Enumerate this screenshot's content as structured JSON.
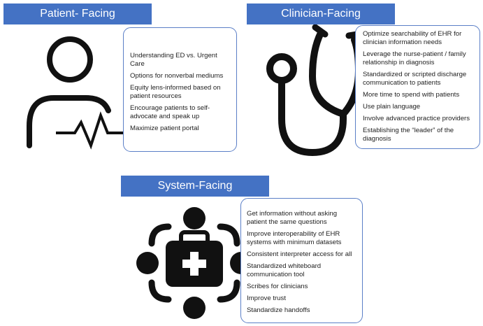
{
  "patient": {
    "title": "Patient- Facing",
    "items": [
      "Understanding ED vs. Urgent Care",
      "Options for nonverbal mediums",
      "Equity lens-informed based on patient resources",
      "Encourage patients to self-advocate and speak up",
      "Maximize patient portal"
    ]
  },
  "clinician": {
    "title": "Clinician-Facing",
    "items": [
      "Optimize searchability of EHR for clinician information needs",
      "Leverage the nurse-patient / family relationship in diagnosis",
      "Standardized or scripted discharge communication to patients",
      "More time to spend with patients",
      "Use plain language",
      "Involve advanced practice providers",
      "Establishing the “leader” of the diagnosis"
    ]
  },
  "system": {
    "title": "System-Facing",
    "items": [
      "Get information without asking patient the same questions",
      "Improve interoperability of EHR systems with minimum datasets",
      "Consistent interpreter access for all",
      "Standardized whiteboard communication tool",
      "Scribes for clinicians",
      "Improve trust",
      "Standardize handoffs"
    ]
  },
  "colors": {
    "banner": "#4472c4",
    "card_border": "#5b7fc7",
    "icon": "#111111"
  },
  "icons": {
    "patient": "person-heartbeat-icon",
    "clinician": "stethoscope-icon",
    "system": "medical-kit-network-icon"
  }
}
